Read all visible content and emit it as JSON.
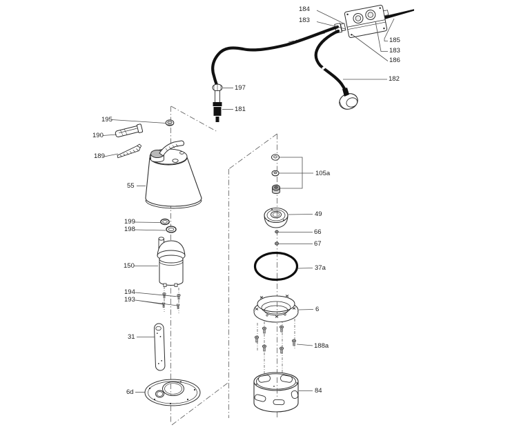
{
  "diagram": {
    "type": "exploded-parts-diagram",
    "colors": {
      "background": "#ffffff",
      "line": "#2b2b2b",
      "leader": "#4a4a4a",
      "cable": "#111111"
    },
    "callouts": {
      "c184": "184",
      "c183_top_left": "183",
      "c185": "185",
      "c183_right": "183",
      "c186": "186",
      "c182": "182",
      "c197": "197",
      "c181": "181",
      "c195": "195",
      "c190": "190",
      "c189": "189",
      "c55": "55",
      "c199": "199",
      "c198": "198",
      "c150": "150",
      "c194": "194",
      "c193": "193",
      "c31": "31",
      "c6d": "6d",
      "c105a": "105a",
      "c49": "49",
      "c66": "66",
      "c67": "67",
      "c37a": "37a",
      "c6": "6",
      "c188a": "188a",
      "c84": "84"
    }
  }
}
